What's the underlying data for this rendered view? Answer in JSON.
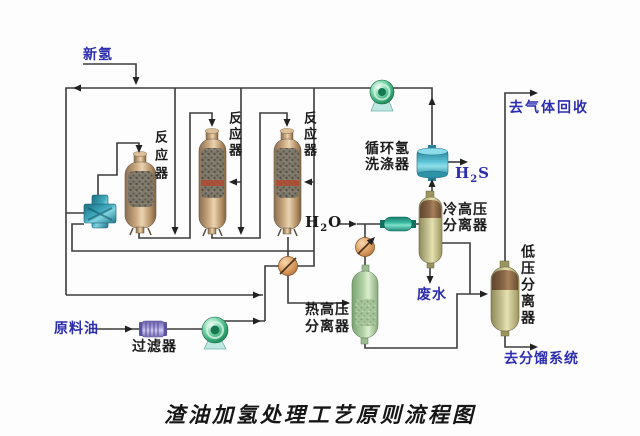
{
  "title": "渣油加氢处理工艺原则流程图",
  "colors": {
    "pipe": "#3c3c3c",
    "stream_label_blue": "#2d2db0",
    "equipment_label_black": "#1b1b1b",
    "reactor_shell_tan": "#caa87f",
    "catalyst_gray": "#6b655a",
    "quench_band_red": "#b04a30",
    "hot_separator_green": "#b5d4a9",
    "separator_khaki": "#c9c494",
    "separator_top_brown": "#8a6848",
    "scrubber_teal": "#5cc3d6",
    "air_cooler_teal": "#3db9a0",
    "exchanger_copper": "#d99a5e",
    "filter_purple": "#a59edd",
    "pump_green": "#2da06c",
    "furnace_teal": "#3fa9bc"
  },
  "streams": {
    "fresh_hydrogen": "新氢",
    "feed_oil": "原料油",
    "waste_water": "废水",
    "to_gas_recovery": "去气体回收",
    "to_fractionation": "去分馏系统",
    "h2s": {
      "base": "H",
      "sub": "2",
      "tail": "S"
    },
    "h2o": {
      "base": "H",
      "sub": "2",
      "tail": "O"
    }
  },
  "equipment": {
    "reactor1": "反应器",
    "reactor2": "反应器",
    "reactor3": "反应器",
    "filter": "过滤器",
    "scrubber_line1": "循环氢",
    "scrubber_line2": "洗涤器",
    "cold_hp_sep_line1": "冷高压",
    "cold_hp_sep_line2": "分离器",
    "hot_hp_sep_line1": "热高压",
    "hot_hp_sep_line2": "分离器",
    "lp_sep": "低压分离器"
  }
}
